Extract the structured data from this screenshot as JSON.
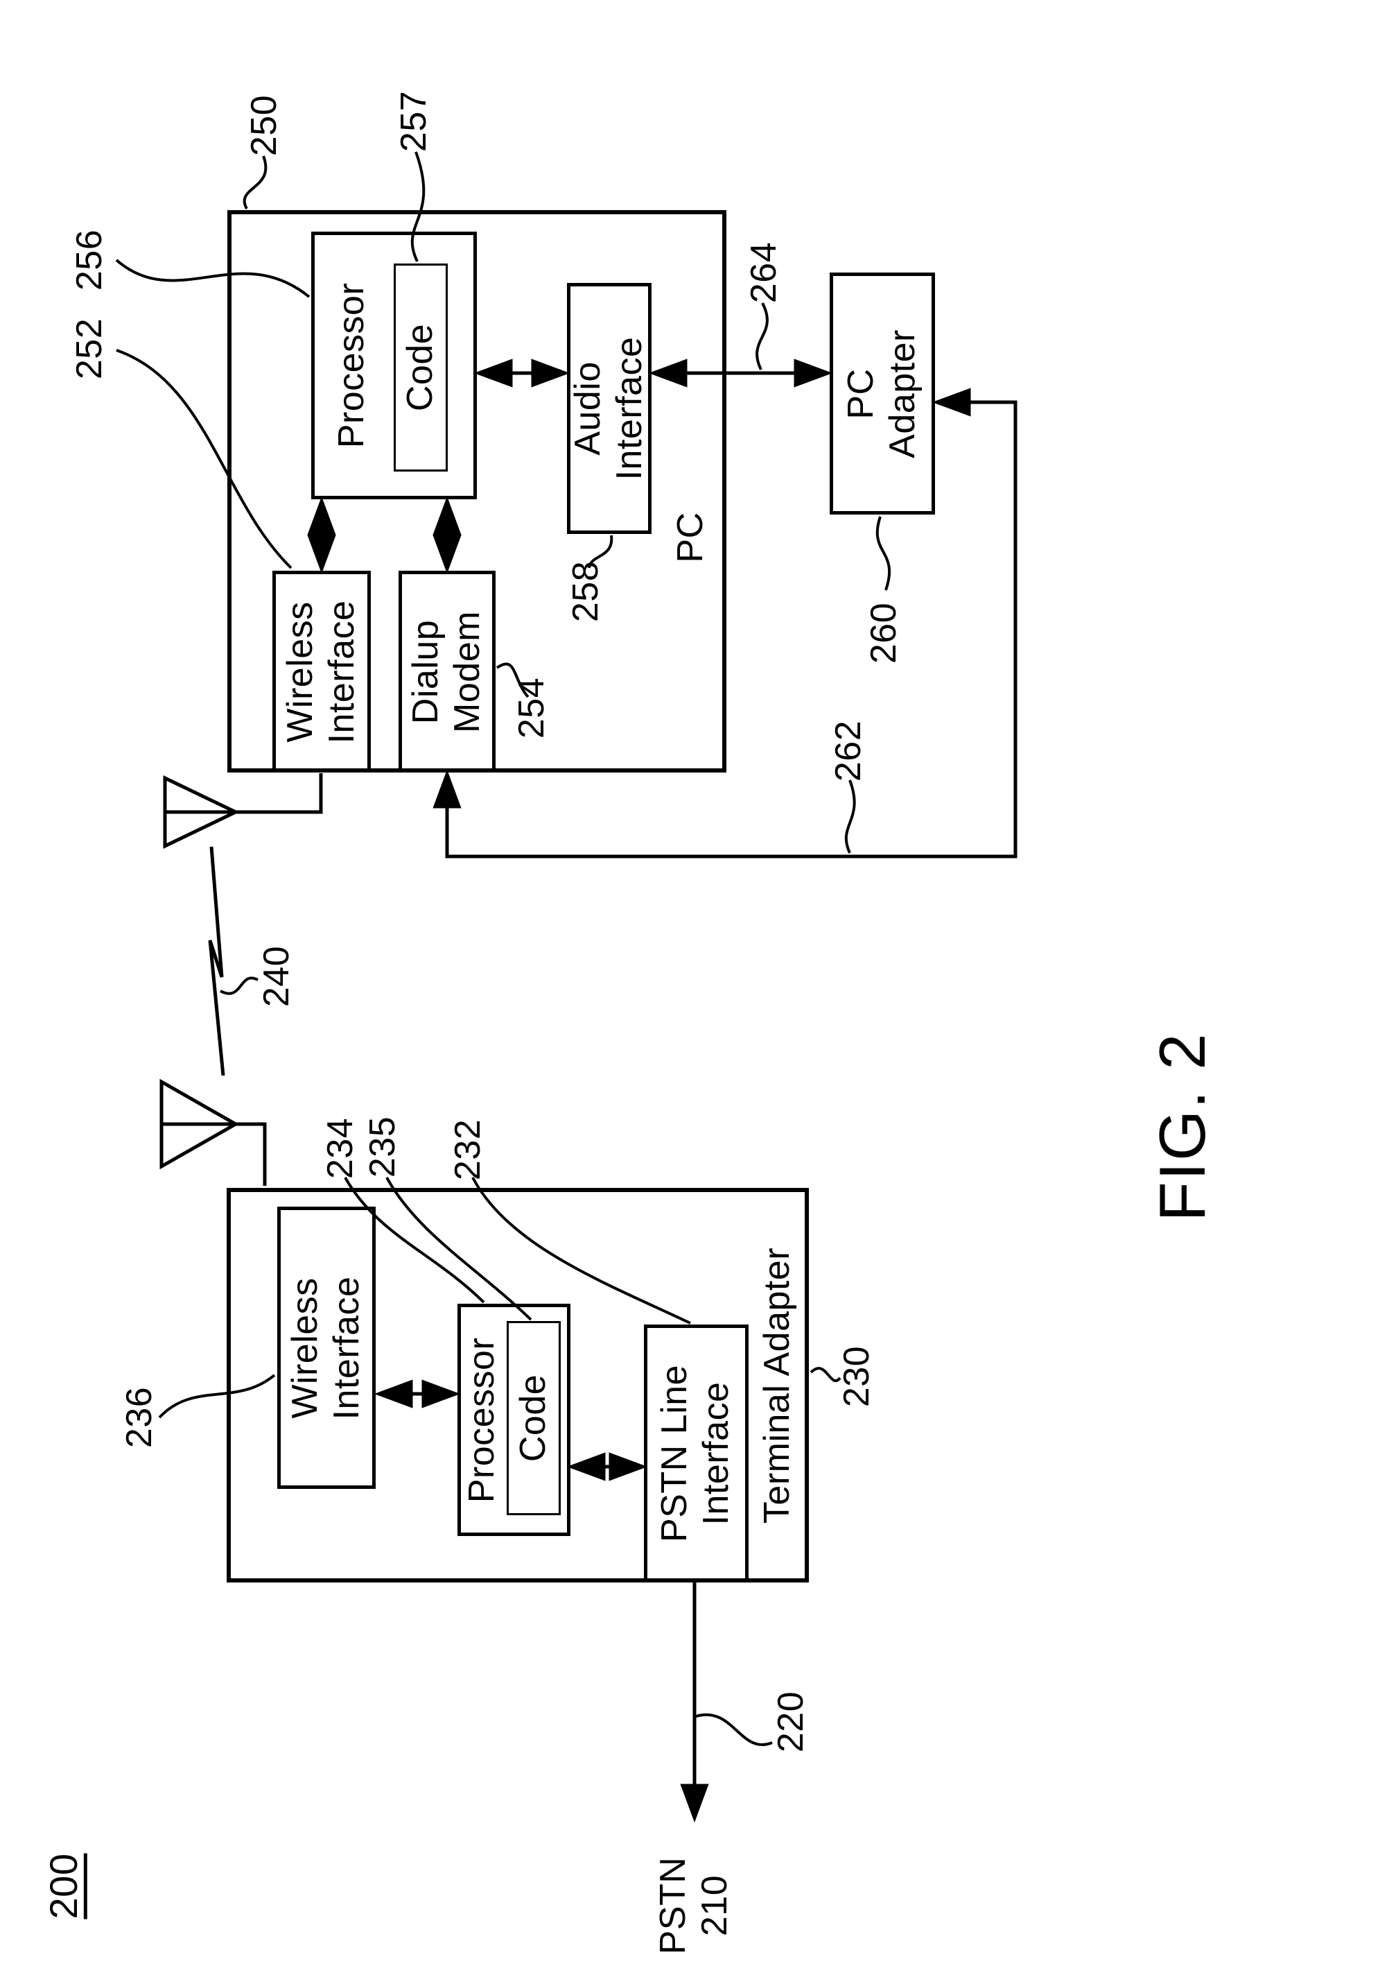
{
  "figure": {
    "label": "FIG. 2",
    "overall_ref": "200"
  },
  "pc": {
    "ref": "250",
    "label": "PC",
    "wireless_interface": {
      "ref": "252",
      "label": "Wireless\nInterface"
    },
    "dialup_modem": {
      "ref": "254",
      "label": "Dialup\nModem"
    },
    "processor": {
      "ref": "256",
      "label": "Processor"
    },
    "code": {
      "ref": "257",
      "label": "Code"
    },
    "audio_interface": {
      "ref": "258",
      "label": "Audio\nInterface"
    }
  },
  "pc_adapter": {
    "ref": "260",
    "label": "PC\nAdapter"
  },
  "connections": {
    "wireless_link_ref": "240",
    "audio_to_adapter_ref": "264",
    "modem_to_adapter_ref": "262",
    "pstn_line_ref": "220"
  },
  "terminal_adapter": {
    "ref": "230",
    "label": "Terminal Adapter",
    "wireless_interface": {
      "ref": "236",
      "label": "Wireless\nInterface"
    },
    "processor": {
      "ref": "234",
      "label": "Processor"
    },
    "code": {
      "ref": "235",
      "label": "Code"
    },
    "pstn_line_interface": {
      "ref": "232",
      "label": "PSTN Line\nInterface"
    }
  },
  "pstn": {
    "label": "PSTN\n210"
  }
}
